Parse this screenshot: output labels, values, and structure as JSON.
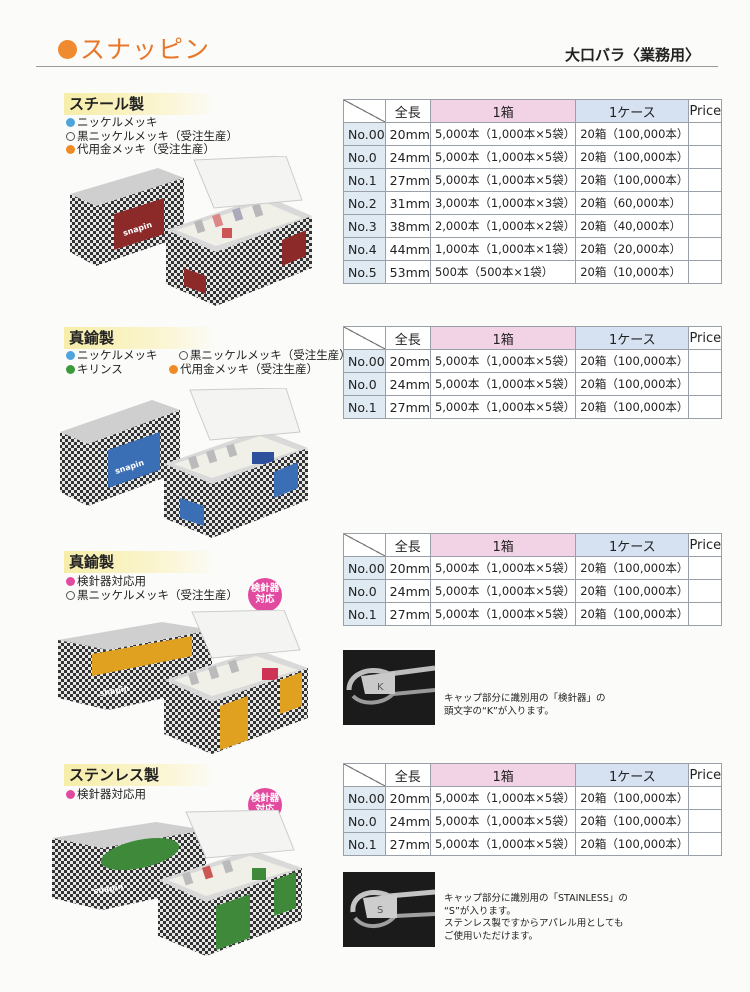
{
  "header": {
    "title": "スナッピン",
    "subtitle": "大口バラ〈業務用〉"
  },
  "colors": {
    "accent_orange": "#f08a2e",
    "nickel_blue": "#4fa4dc",
    "gold_orange": "#ef8a25",
    "kirinsu_green": "#3c9a3c",
    "needle_pink": "#e24aa0"
  },
  "table_headers": {
    "length": "全長",
    "box": "1箱",
    "case": "1ケース",
    "price": "Price"
  },
  "sections": [
    {
      "title": "スチール製",
      "bullets": [
        {
          "icon": "blue-dot",
          "text": "ニッケルメッキ"
        },
        {
          "icon": "hollow-dot",
          "text": "黒ニッケルメッキ（受注生産）"
        },
        {
          "icon": "orange-dot",
          "text": "代用金メッキ（受注生産）"
        }
      ],
      "box_label_color": "#8c2a2a",
      "box_brand": "snapin",
      "rows": [
        {
          "no": "No.00",
          "len": "20mm",
          "box": "5,000本（1,000本×5袋）",
          "case": "20箱（100,000本）",
          "price": ""
        },
        {
          "no": "No.0",
          "len": "24mm",
          "box": "5,000本（1,000本×5袋）",
          "case": "20箱（100,000本）",
          "price": ""
        },
        {
          "no": "No.1",
          "len": "27mm",
          "box": "5,000本（1,000本×5袋）",
          "case": "20箱（100,000本）",
          "price": ""
        },
        {
          "no": "No.2",
          "len": "31mm",
          "box": "3,000本（1,000本×3袋）",
          "case": "20箱（60,000本）",
          "price": ""
        },
        {
          "no": "No.3",
          "len": "38mm",
          "box": "2,000本（1,000本×2袋）",
          "case": "20箱（40,000本）",
          "price": ""
        },
        {
          "no": "No.4",
          "len": "44mm",
          "box": "1,000本（1,000本×1袋）",
          "case": "20箱（20,000本）",
          "price": ""
        },
        {
          "no": "No.5",
          "len": "53mm",
          "box": "500本（500本×1袋）",
          "case": "20箱（10,000本）",
          "price": ""
        }
      ]
    },
    {
      "title": "真鍮製",
      "bullets_rows": [
        [
          {
            "icon": "blue-dot",
            "text": "ニッケルメッキ"
          },
          {
            "icon": "hollow-dot",
            "text": "黒ニッケルメッキ（受注生産）"
          }
        ],
        [
          {
            "icon": "green-dot",
            "text": "キリンス"
          },
          {
            "icon": "orange-dot",
            "text": "代用金メッキ（受注生産）"
          }
        ]
      ],
      "box_label_color": "#3b6fb5",
      "box_brand": "snapin",
      "rows": [
        {
          "no": "No.00",
          "len": "20mm",
          "box": "5,000本（1,000本×5袋）",
          "case": "20箱（100,000本）",
          "price": ""
        },
        {
          "no": "No.0",
          "len": "24mm",
          "box": "5,000本（1,000本×5袋）",
          "case": "20箱（100,000本）",
          "price": ""
        },
        {
          "no": "No.1",
          "len": "27mm",
          "box": "5,000本（1,000本×5袋）",
          "case": "20箱（100,000本）",
          "price": ""
        }
      ]
    },
    {
      "title": "真鍮製",
      "bullets": [
        {
          "icon": "pink-dot",
          "text": "検針器対応用"
        },
        {
          "icon": "hollow-dot",
          "text": "黒ニッケルメッキ（受注生産）"
        }
      ],
      "badge": "検針器対応",
      "box_label_color": "#e0a020",
      "box_brand": "snapin",
      "rows": [
        {
          "no": "No.00",
          "len": "20mm",
          "box": "5,000本（1,000本×5袋）",
          "case": "20箱（100,000本）",
          "price": ""
        },
        {
          "no": "No.0",
          "len": "24mm",
          "box": "5,000本（1,000本×5袋）",
          "case": "20箱（100,000本）",
          "price": ""
        },
        {
          "no": "No.1",
          "len": "27mm",
          "box": "5,000本（1,000本×5袋）",
          "case": "20箱（100,000本）",
          "price": ""
        }
      ],
      "note_lines": [
        "キャップ部分に識別用の「検針器」の",
        "頭文字の“K”が入ります。"
      ]
    },
    {
      "title": "ステンレス製",
      "bullets": [
        {
          "icon": "pink-dot",
          "text": "検針器対応用"
        }
      ],
      "badge": "検針器対応",
      "box_label_color": "#3f8a3a",
      "box_brand": "snapin",
      "rows": [
        {
          "no": "No.00",
          "len": "20mm",
          "box": "5,000本（1,000本×5袋）",
          "case": "20箱（100,000本）",
          "price": ""
        },
        {
          "no": "No.0",
          "len": "24mm",
          "box": "5,000本（1,000本×5袋）",
          "case": "20箱（100,000本）",
          "price": ""
        },
        {
          "no": "No.1",
          "len": "27mm",
          "box": "5,000本（1,000本×5袋）",
          "case": "20箱（100,000本）",
          "price": ""
        }
      ],
      "note_lines": [
        "キャップ部分に識別用の「STAINLESS」の",
        "“S”が入ります。",
        "ステンレス製ですからアパレル用としても",
        "ご使用いただけます。"
      ]
    }
  ]
}
